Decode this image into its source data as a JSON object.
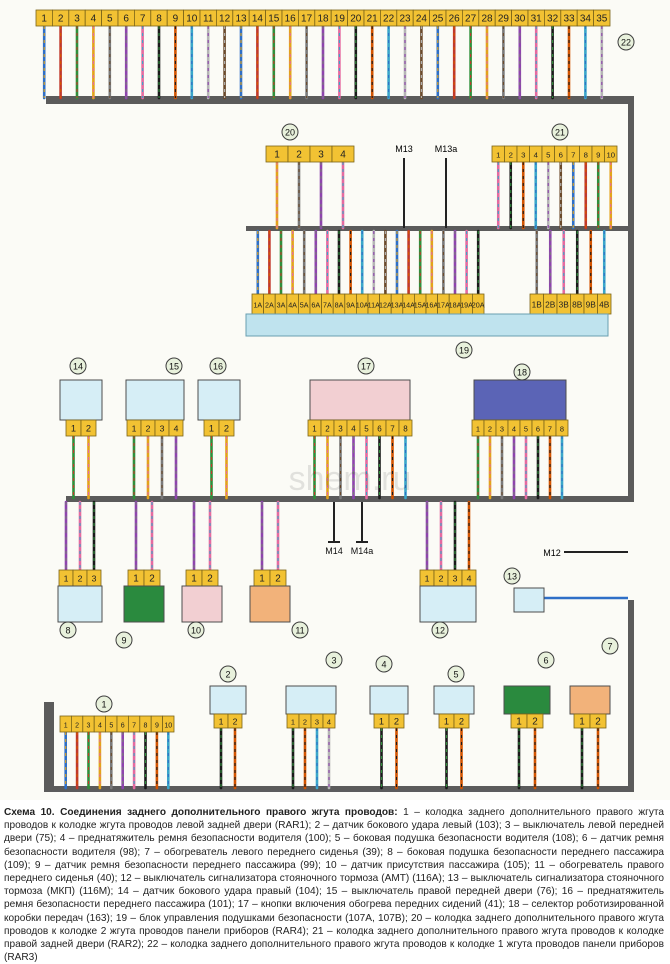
{
  "connector_22": {
    "label": "22",
    "pins": [
      "1",
      "2",
      "3",
      "4",
      "5",
      "6",
      "7",
      "8",
      "9",
      "10",
      "11",
      "12",
      "13",
      "14",
      "15",
      "16",
      "17",
      "18",
      "19",
      "20",
      "21",
      "22",
      "23",
      "24",
      "25",
      "26",
      "27",
      "28",
      "29",
      "30",
      "31",
      "32",
      "33",
      "34",
      "35"
    ]
  },
  "connector_20": {
    "label": "20",
    "pins": [
      "1",
      "2",
      "3",
      "4"
    ]
  },
  "connector_21": {
    "label": "21",
    "pins": [
      "1",
      "2",
      "3",
      "4",
      "5",
      "6",
      "7",
      "8",
      "9",
      "10"
    ]
  },
  "ground_top": {
    "m13": "M13",
    "m13a": "M13a"
  },
  "connector_19": {
    "label": "19",
    "pins_left": [
      "1A",
      "2A",
      "3A",
      "4A",
      "5A",
      "6A",
      "7A",
      "8A",
      "9A",
      "10A",
      "11A",
      "12A",
      "13A",
      "14A",
      "15A",
      "16A",
      "17A",
      "18A",
      "19A",
      "20A"
    ],
    "pins_right": [
      "1B",
      "2B",
      "3B",
      "8B",
      "9B",
      "4B"
    ]
  },
  "devices_mid": {
    "d14": {
      "label": "14",
      "pins": [
        "1",
        "2"
      ]
    },
    "d15": {
      "label": "15",
      "pins": [
        "1",
        "2",
        "3",
        "4"
      ]
    },
    "d16": {
      "label": "16",
      "pins": [
        "1",
        "2"
      ]
    },
    "d17": {
      "label": "17",
      "pins": [
        "1",
        "2",
        "3",
        "4",
        "5",
        "6",
        "7",
        "8"
      ]
    },
    "d18": {
      "label": "18",
      "pins": [
        "1",
        "2",
        "3",
        "4",
        "5",
        "6",
        "7",
        "8"
      ]
    }
  },
  "devices_low": {
    "d8": {
      "label": "8",
      "pins": [
        "1",
        "2",
        "3"
      ]
    },
    "d9": {
      "label": "9",
      "pins": [
        "1",
        "2"
      ]
    },
    "d10": {
      "label": "10",
      "pins": [
        "1",
        "2"
      ]
    },
    "d11": {
      "label": "11",
      "pins": [
        "1",
        "2"
      ]
    },
    "d12": {
      "label": "12",
      "pins": [
        "1",
        "2",
        "3",
        "4"
      ]
    },
    "d13": {
      "label": "13"
    }
  },
  "ground_mid": {
    "m14": "M14",
    "m14a": "M14a",
    "m12": "M12"
  },
  "devices_bottom": {
    "d1": {
      "label": "1",
      "pins": [
        "1",
        "2",
        "3",
        "4",
        "5",
        "6",
        "7",
        "8",
        "9",
        "10"
      ]
    },
    "d2": {
      "label": "2",
      "pins": [
        "1",
        "2"
      ]
    },
    "d3": {
      "label": "3",
      "pins": [
        "1",
        "2",
        "3",
        "4"
      ]
    },
    "d4": {
      "label": "4",
      "pins": [
        "1",
        "2"
      ]
    },
    "d5": {
      "label": "5",
      "pins": [
        "1",
        "2"
      ]
    },
    "d6": {
      "label": "6",
      "pins": [
        "1",
        "2"
      ]
    },
    "d7": {
      "label": "7",
      "pins": [
        "1",
        "2"
      ]
    }
  },
  "watermark": "shem.ru",
  "caption": {
    "title": "Схема 10. Соединения заднего дополнительного правого жгута проводов:",
    "body": " 1 – колодка заднего дополнительного правого жгута проводов к колодке жгута проводов левой задней двери (RAR1); 2 – датчик бокового удара левый (103); 3 – выключатель левой передней двери (75); 4 – преднатяжитель ремня безопасности водителя (100); 5 – боковая подушка безопасности водителя (108); 6 – датчик ремня безопасности водителя (98); 7 – обогреватель левого переднего сиденья (39); 8 – боковая подушка безопасности переднего пассажира (109); 9 – датчик ремня безопасности переднего пассажира (99); 10 – датчик присутствия пассажира (105); 11 – обогреватель правого переднего сиденья (40); 12 – выключатель сигнализатора стояночного тормоза (АМТ) (116A); 13 – выключатель сигнализатора стояночного тормоза (МКП) (116M); 14 – датчик бокового удара правый (104); 15 – выключатель правой передней двери (76); 16 – преднатяжитель ремня безопасности переднего пассажира (101); 17 – кнопки включения обогрева передних сидений (41); 18 – селектор роботизированной коробки передач (163); 19 – блок управления подушками безопасности (107A, 107B); 20 – колодка заднего дополнительного правого жгута проводов к колодке 2 жгута проводов панели приборов (RAR4); 21 – колодка заднего дополнительного правого жгута проводов к колодке правой задней двери (RAR2); 22 – колодка заднего дополнительного правого жгута проводов к колодке 1 жгута проводов панели приборов (RAR3)"
  }
}
